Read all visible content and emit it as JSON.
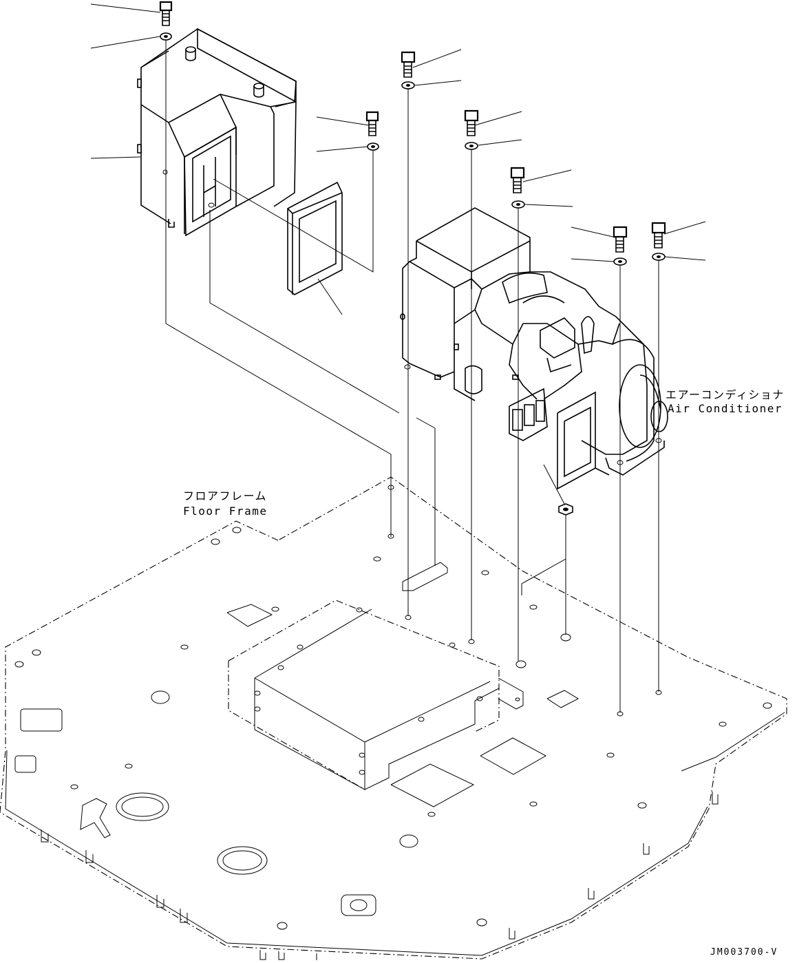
{
  "labels": {
    "air_conditioner_ja": "エアーコンディショナ",
    "air_conditioner_en": "Air Conditioner",
    "floor_frame_ja": "フロアフレーム",
    "floor_frame_en": "Floor Frame",
    "drawing_code": "JM003700-V"
  }
}
